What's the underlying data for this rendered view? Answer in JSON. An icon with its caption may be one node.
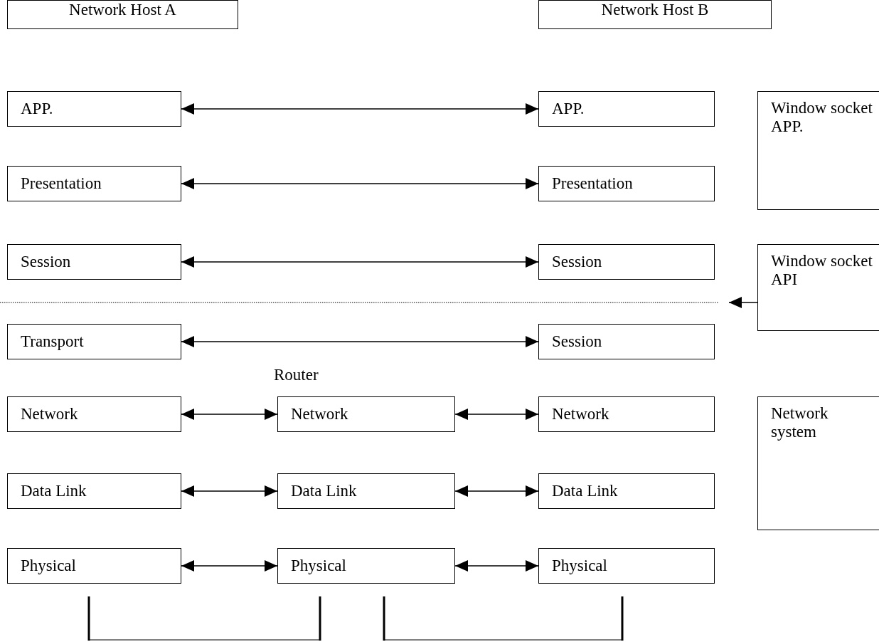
{
  "diagram": {
    "nodes": [
      {
        "text": [
          "Network Host A"
        ]
      },
      {
        "text": [
          "Network Host B"
        ]
      },
      {
        "text": [
          "APP."
        ]
      },
      {
        "text": [
          "APP."
        ]
      },
      {
        "text": [
          "Window socket APP."
        ]
      },
      {
        "text": [
          "Presentation"
        ]
      },
      {
        "text": [
          "Presentation"
        ]
      },
      {
        "text": [
          "Session"
        ]
      },
      {
        "text": [
          "Session"
        ]
      },
      {
        "text": [
          "Window socket API"
        ]
      },
      {
        "text": [
          "Transport"
        ]
      },
      {
        "text": [
          "Session"
        ]
      },
      {
        "text": [
          "Network"
        ]
      },
      {
        "text": [
          "Network"
        ]
      },
      {
        "text": [
          "Network"
        ]
      },
      {
        "text": [
          "Network system"
        ]
      },
      {
        "text": [
          "Data Link"
        ]
      },
      {
        "text": [
          "Data Link"
        ]
      },
      {
        "text": [
          "Data Link"
        ]
      },
      {
        "text": [
          "Physical"
        ]
      },
      {
        "text": [
          "Physical"
        ]
      },
      {
        "text": [
          "Physical"
        ]
      }
    ],
    "edges": [
      {
        "from": 2,
        "to": 3,
        "arrow": "both"
      },
      {
        "from": 5,
        "to": 6,
        "arrow": "both"
      },
      {
        "from": 7,
        "to": 8,
        "arrow": "both"
      },
      {
        "from": 9,
        "to": null,
        "arrow": "to"
      },
      {
        "from": 10,
        "to": 11,
        "arrow": "both"
      },
      {
        "from": 12,
        "to": 13,
        "arrow": "both"
      },
      {
        "from": 13,
        "to": 14,
        "arrow": "both"
      },
      {
        "from": 16,
        "to": 17,
        "arrow": "both"
      },
      {
        "from": 17,
        "to": 18,
        "arrow": "both"
      },
      {
        "from": 19,
        "to": 20,
        "arrow": "both"
      },
      {
        "from": 20,
        "to": 21,
        "arrow": "both"
      }
    ],
    "labels": [
      "Router"
    ]
  }
}
